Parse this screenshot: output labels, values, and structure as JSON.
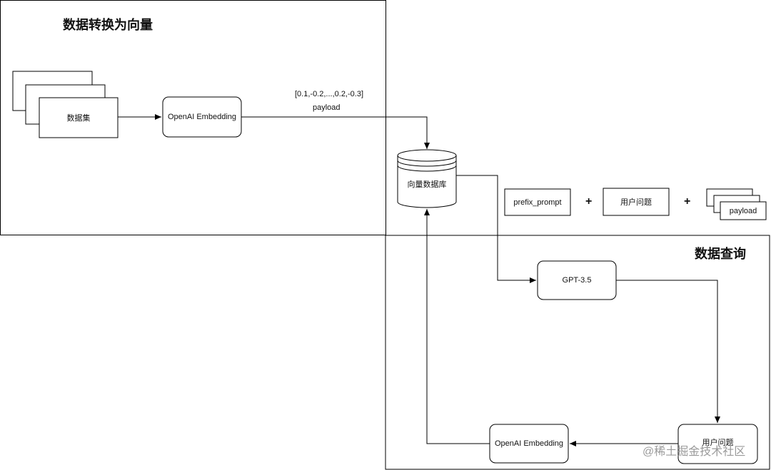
{
  "groups": {
    "ingest": {
      "title": "数据转换为向量"
    },
    "query": {
      "title": "数据查询"
    }
  },
  "nodes": {
    "dataset": "数据集",
    "embedding_top": "OpenAI Embedding",
    "vector_db": "向量数据库",
    "prefix_prompt": "prefix_prompt",
    "user_question_top": "用户问题",
    "payload_stack": "payload",
    "gpt": "GPT-3.5",
    "user_question_bottom": "用户问题",
    "embedding_bottom": "OpenAI Embedding"
  },
  "edge_labels": {
    "vector_sample": "[0.1,-0.2,...,0.2,-0.3]",
    "payload": "payload"
  },
  "operators": {
    "plus": "+"
  },
  "watermark": "@稀土掘金技术社区",
  "colors": {
    "stroke": "#000000",
    "fill": "#ffffff",
    "watermark": "#9a9a9a"
  }
}
